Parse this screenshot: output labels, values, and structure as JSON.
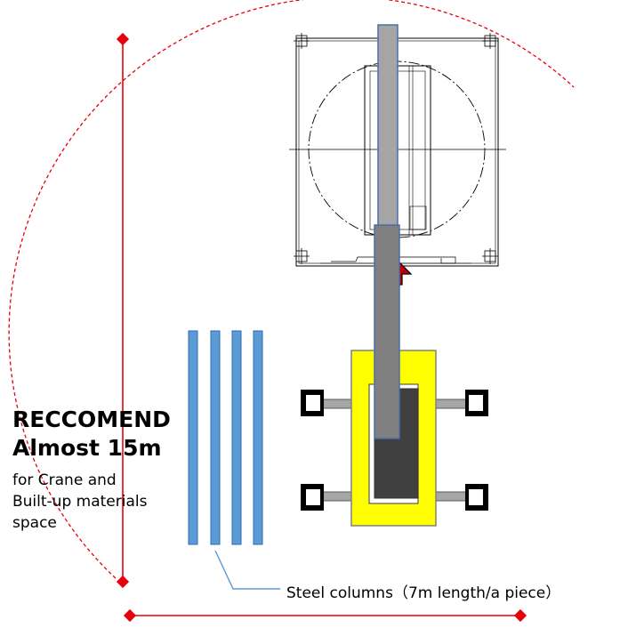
{
  "recommendation": {
    "line1": "RECCOMEND",
    "line2": "Almost 15m",
    "sub1": "for Crane and",
    "sub2": "Built-up materials",
    "sub3": "space"
  },
  "callout": {
    "steel_columns": "Steel columns（7m length/a piece）"
  },
  "colors": {
    "dimension_line": "#e8000b",
    "swing_radius": "#e8000b",
    "crane_body": "#ffff00",
    "boom": "#808080",
    "boom_tip": "#a5a5a5",
    "steel_column": "#5b9bd5",
    "cab": "#404040"
  }
}
